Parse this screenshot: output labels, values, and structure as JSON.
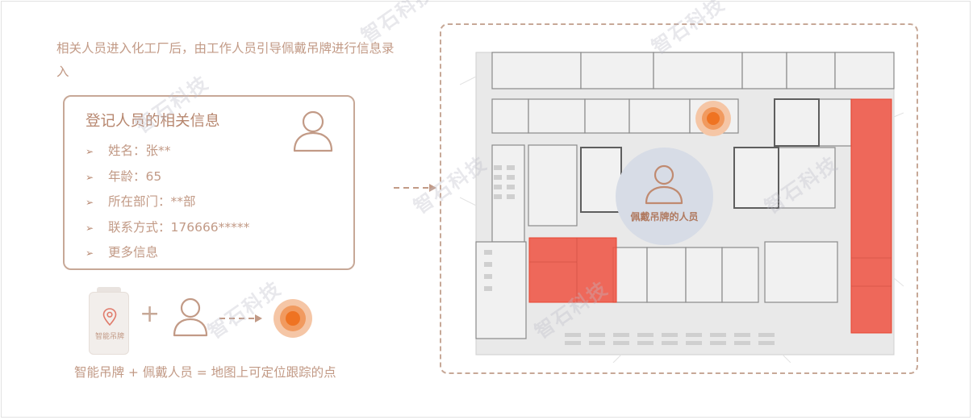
{
  "intro_text": "相关人员进入化工厂后，由工作人员引导佩戴吊牌进行信息录入",
  "info_card": {
    "title": "登记人员的相关信息",
    "items": [
      "姓名：张**",
      "年龄：65",
      "所在部门：**部",
      "联系方式：176666*****",
      "更多信息"
    ],
    "bullet": "➢"
  },
  "badge_label": "智能吊牌",
  "plus_sign": "+",
  "formula_text": "智能吊牌 +  佩戴人员 = 地图上可定位跟踪的点",
  "map": {
    "bubble_label": "佩戴吊牌的人员"
  },
  "watermark": "智石科技",
  "icons": {
    "person": "person-outline-icon",
    "location": "location-pin-icon",
    "tracking_dot": "tracking-dot-icon",
    "arrow": "dashed-arrow-icon"
  },
  "colors": {
    "text": "#c29a86",
    "border": "#c7a897",
    "highlight_zone": "#ee5545",
    "tracking_dot": "#f07a2e",
    "bubble": "#d7dce6"
  }
}
